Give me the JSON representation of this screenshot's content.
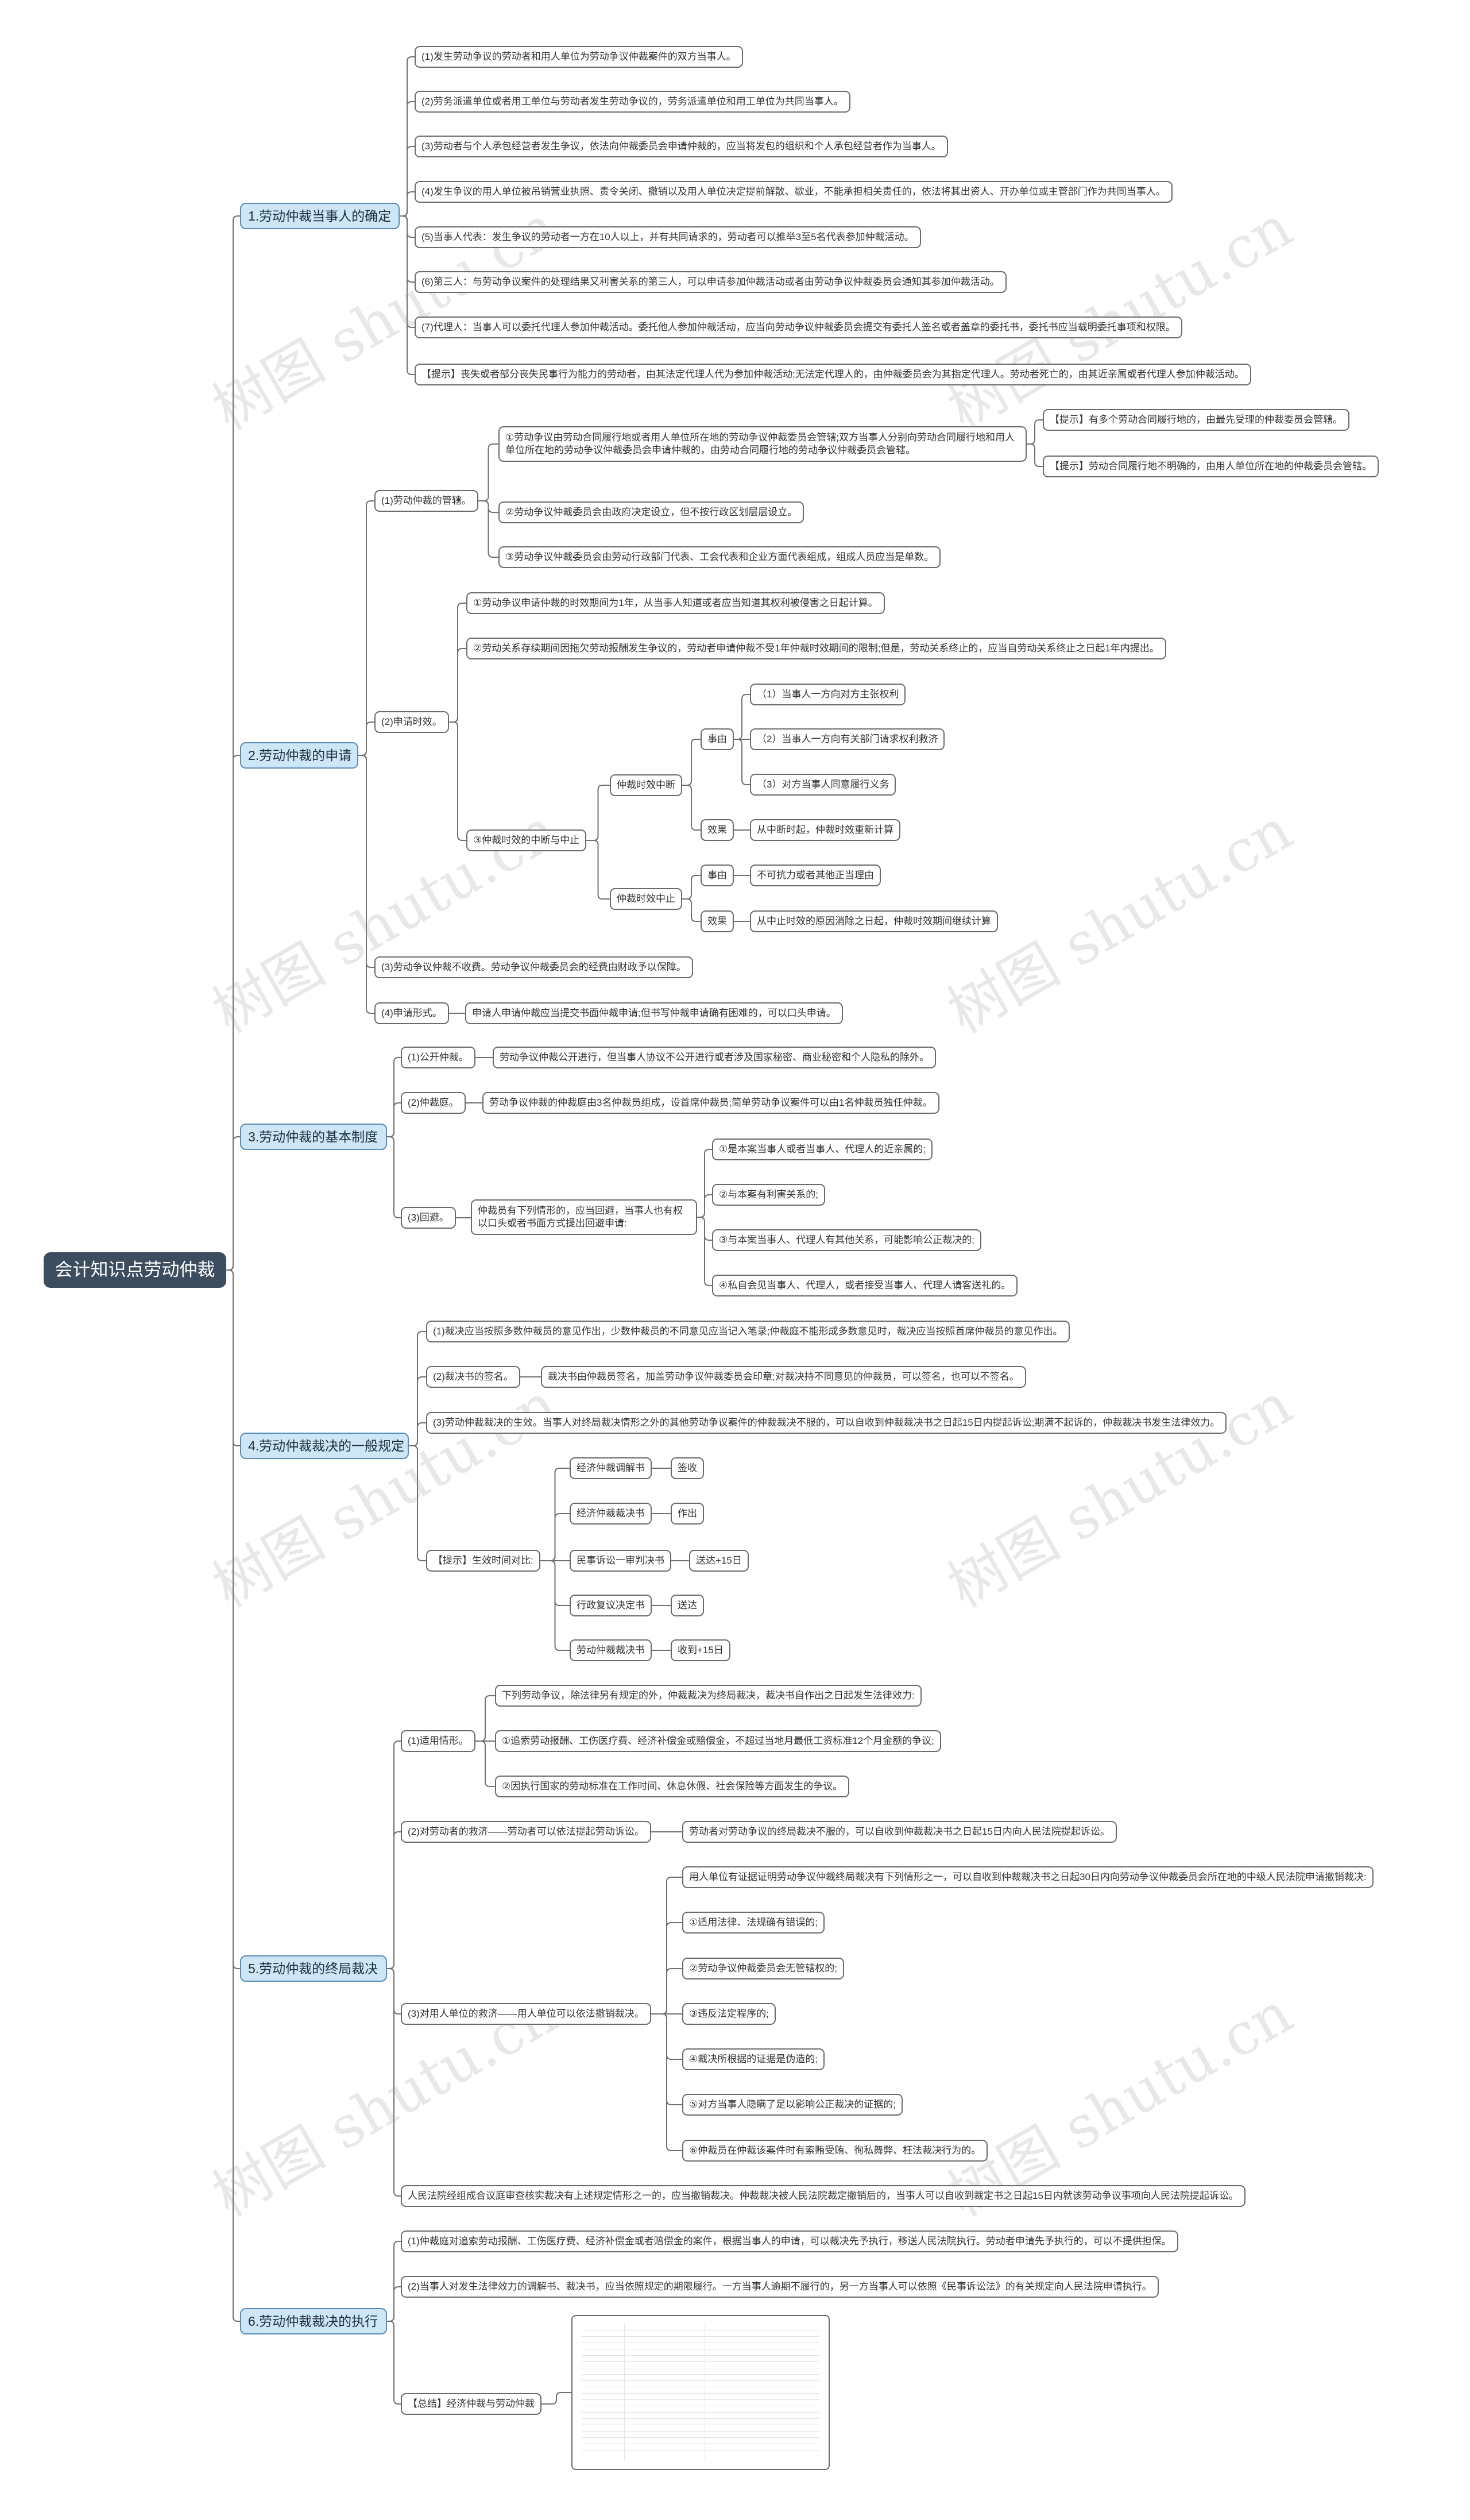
{
  "root": "会计知识点劳动仲裁",
  "watermark": "树图 shutu.cn",
  "colors": {
    "root_bg": "#3c4d5f",
    "main_bg": "#cde7f7",
    "main_border": "#5a8db5",
    "line": "#707070"
  },
  "branches": [
    {
      "label": "1.劳动仲裁当事人的确定",
      "items": [
        "(1)发生劳动争议的劳动者和用人单位为劳动争议仲裁案件的双方当事人。",
        "(2)劳务派遣单位或者用工单位与劳动者发生劳动争议的，劳务派遣单位和用工单位为共同当事人。",
        "(3)劳动者与个人承包经营者发生争议，依法向仲裁委员会申请仲裁的，应当将发包的组织和个人承包经营者作为当事人。",
        "(4)发生争议的用人单位被吊销营业执照、责令关闭、撤销以及用人单位决定提前解散、歇业，不能承担相关责任的，依法将其出资人、开办单位或主管部门作为共同当事人。",
        "(5)当事人代表：发生争议的劳动者一方在10人以上，并有共同请求的，劳动者可以推举3至5名代表参加仲裁活动。",
        "(6)第三人：与劳动争议案件的处理结果又利害关系的第三人，可以申请参加仲裁活动或者由劳动争议仲裁委员会通知其参加仲裁活动。",
        "(7)代理人：当事人可以委托代理人参加仲裁活动。委托他人参加仲裁活动，应当向劳动争议仲裁委员会提交有委托人签名或者盖章的委托书，委托书应当载明委托事项和权限。",
        "【提示】丧失或者部分丧失民事行为能力的劳动者，由其法定代理人代为参加仲裁活动;无法定代理人的，由仲裁委员会为其指定代理人。劳动者死亡的，由其近亲属或者代理人参加仲裁活动。"
      ]
    },
    {
      "label": "2.劳动仲裁的申请",
      "jurisdiction": {
        "label": "(1)劳动仲裁的管辖。",
        "item1": "①劳动争议由劳动合同履行地或者用人单位所在地的劳动争议仲裁委员会管辖;双方当事人分别向劳动合同履行地和用人单位所在地的劳动争议仲裁委员会申请仲裁的，由劳动合同履行地的劳动争议仲裁委员会管辖。",
        "tips": [
          "【提示】有多个劳动合同履行地的，由最先受理的仲裁委员会管辖。",
          "【提示】劳动合同履行地不明确的，由用人单位所在地的仲裁委员会管辖。"
        ],
        "item2": "②劳动争议仲裁委员会由政府决定设立，但不按行政区划层层设立。",
        "item3": "③劳动争议仲裁委员会由劳动行政部门代表、工会代表和企业方面代表组成，组成人员应当是单数。"
      },
      "time_limit": {
        "label": "(2)申请时效。",
        "item1": "①劳动争议申请仲裁的时效期间为1年，从当事人知道或者应当知道其权利被侵害之日起计算。",
        "item2": "②劳动关系存续期间因拖欠劳动报酬发生争议的，劳动者申请仲裁不受1年仲裁时效期间的限制;但是，劳动关系终止的，应当自劳动关系终止之日起1年内提出。",
        "item3": "③仲裁时效的中断与中止",
        "interruption": {
          "label": "仲裁时效中断",
          "cause": "事由",
          "causes": [
            "（1）当事人一方向对方主张权利",
            "（2）当事人一方向有关部门请求权利救济",
            "（3）对方当事人同意履行义务"
          ],
          "effect": "效果",
          "effect_text": "从中断时起，仲裁时效重新计算"
        },
        "suspension": {
          "label": "仲裁时效中止",
          "cause": "事由",
          "cause_text": "不可抗力或者其他正当理由",
          "effect": "效果",
          "effect_text": "从中止时效的原因消除之日起，仲裁时效期间继续计算"
        }
      },
      "fee": "(3)劳动争议仲裁不收费。劳动争议仲裁委员会的经费由财政予以保障。",
      "form": {
        "label": "(4)申请形式。",
        "text": "申请人申请仲裁应当提交书面仲裁申请;但书写仲裁申请确有困难的，可以口头申请。"
      }
    },
    {
      "label": "3.劳动仲裁的基本制度",
      "public": {
        "label": "(1)公开仲裁。",
        "text": "劳动争议仲裁公开进行，但当事人协议不公开进行或者涉及国家秘密、商业秘密和个人隐私的除外。"
      },
      "tribunal": {
        "label": "(2)仲裁庭。",
        "text": "劳动争议仲裁的仲裁庭由3名仲裁员组成，设首席仲裁员;简单劳动争议案件可以由1名仲裁员独任仲裁。"
      },
      "recusal": {
        "label": "(3)回避。",
        "text": "仲裁员有下列情形的，应当回避，当事人也有权以口头或者书面方式提出回避申请:",
        "items": [
          "①是本案当事人或者当事人、代理人的近亲属的;",
          "②与本案有利害关系的;",
          "③与本案当事人、代理人有其他关系，可能影响公正裁决的;",
          "④私自会见当事人、代理人，或者接受当事人、代理人请客送礼的。"
        ]
      }
    },
    {
      "label": "4.劳动仲裁裁决的一般规定",
      "majority": "(1)裁决应当按照多数仲裁员的意见作出，少数仲裁员的不同意见应当记入笔录;仲裁庭不能形成多数意见时，裁决应当按照首席仲裁员的意见作出。",
      "signing": {
        "label": "(2)裁决书的签名。",
        "text": "裁决书由仲裁员签名，加盖劳动争议仲裁委员会印章;对裁决持不同意见的仲裁员，可以签名，也可以不签名。"
      },
      "effect": "(3)劳动仲裁裁决的生效。当事人对终局裁决情形之外的其他劳动争议案件的仲裁裁决不服的，可以自收到仲裁裁决书之日起15日内提起诉讼;期满不起诉的，仲裁裁决书发生法律效力。",
      "compare": {
        "label": "【提示】生效时间对比:",
        "rows": [
          {
            "k": "经济仲裁调解书",
            "v": "签收"
          },
          {
            "k": "经济仲裁裁决书",
            "v": "作出"
          },
          {
            "k": "民事诉讼一审判决书",
            "v": "送达+15日"
          },
          {
            "k": "行政复议决定书",
            "v": "送达"
          },
          {
            "k": "劳动仲裁裁决书",
            "v": "收到+15日"
          }
        ]
      }
    },
    {
      "label": "5.劳动仲裁的终局裁决",
      "scope": {
        "label": "(1)适用情形。",
        "items": [
          "下列劳动争议，除法律另有规定的外，仲裁裁决为终局裁决，裁决书自作出之日起发生法律效力:",
          "①追索劳动报酬、工伤医疗费、经济补偿金或赔偿金，不超过当地月最低工资标准12个月金额的争议;",
          "②因执行国家的劳动标准在工作时间、休息休假、社会保险等方面发生的争议。"
        ]
      },
      "worker": {
        "label": "(2)对劳动者的救济——劳动者可以依法提起劳动诉讼。",
        "text": "劳动者对劳动争议的终局裁决不服的，可以自收到仲裁裁决书之日起15日内向人民法院提起诉讼。"
      },
      "employer": {
        "label": "(3)对用人单位的救济——用人单位可以依法撤销裁决。",
        "items": [
          "用人单位有证据证明劳动争议仲裁终局裁决有下列情形之一，可以自收到仲裁裁决书之日起30日内向劳动争议仲裁委员会所在地的中级人民法院申请撤销裁决:",
          "①适用法律、法规确有错误的;",
          "②劳动争议仲裁委员会无管辖权的;",
          "③违反法定程序的;",
          "④裁决所根据的证据是伪造的;",
          "⑤对方当事人隐瞒了足以影响公正裁决的证据的;",
          "⑥仲裁员在仲裁该案件时有索贿受贿、徇私舞弊、枉法裁决行为的。"
        ]
      },
      "note": "人民法院经组成合议庭审查核实裁决有上述规定情形之一的，应当撤销裁决。仲裁裁决被人民法院裁定撤销后的，当事人可以自收到裁定书之日起15日内就该劳动争议事项向人民法院提起诉讼。"
    },
    {
      "label": "6.劳动仲裁裁决的执行",
      "items": [
        "(1)仲裁庭对追索劳动报酬、工伤医疗费、经济补偿金或者赔偿金的案件，根据当事人的申请，可以裁决先予执行，移送人民法院执行。劳动者申请先予执行的，可以不提供担保。",
        "(2)当事人对发生法律效力的调解书、裁决书，应当依照规定的期限履行。一方当事人逾期不履行的，另一方当事人可以依照《民事诉讼法》的有关规定向人民法院申请执行。"
      ],
      "summary": "【总结】经济仲裁与劳动仲裁"
    }
  ]
}
